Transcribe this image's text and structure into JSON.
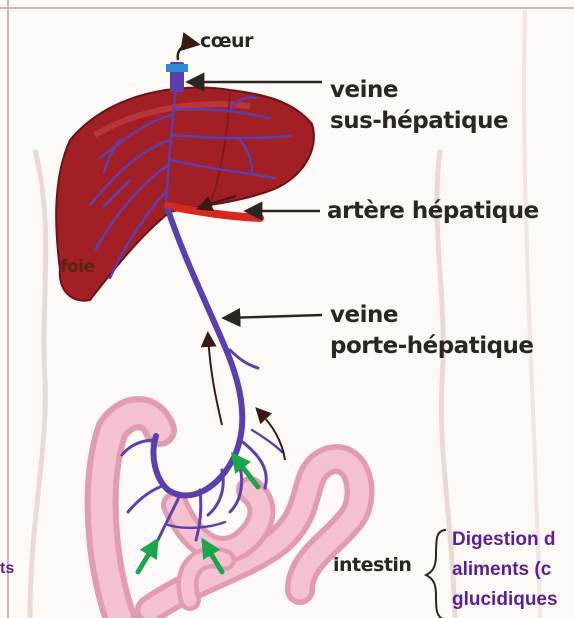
{
  "labels": {
    "coeur": "cœur",
    "veine_sus_hepatique": [
      "veine",
      "sus-hépatique"
    ],
    "artere_hepatique": "artère hépatique",
    "foie": "foie",
    "veine_porte_hepatique": [
      "veine",
      "porte-hépatique"
    ],
    "intestin": "intestin"
  },
  "annotation": {
    "left_fragment": "ts",
    "digestion_lines": [
      "Digestion d",
      "aliments  (c",
      "glucidiques"
    ]
  },
  "colors": {
    "liver": "#a31f26",
    "vein": "#5b3fae",
    "artery": "#d5281f",
    "intestine": "#f1b7c7",
    "absorption_arrows": "#1aa64a",
    "annotation_text": "#5c1e98"
  }
}
